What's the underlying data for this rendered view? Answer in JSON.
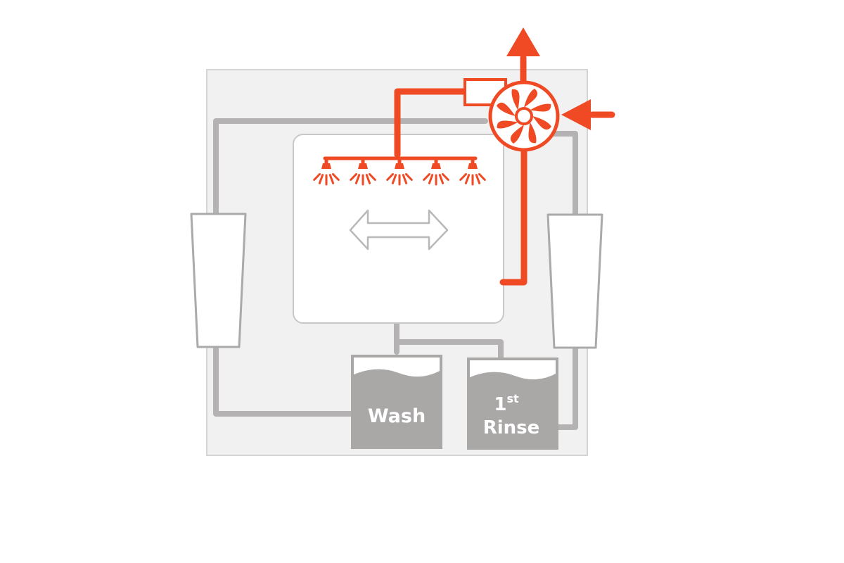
{
  "colors": {
    "accent": "#f04a24",
    "pipe": "#b4b2b2",
    "tank": "#aaa7a7",
    "cabinet_fill": "#f1f1f1",
    "cabinet_border": "#d5d5d5",
    "chamber_border": "#c8c8c8",
    "filter_stroke": "#aaaaaa",
    "arrow_stroke": "#b8b8b8"
  },
  "tanks": {
    "wash": {
      "label": "Wash"
    },
    "rinse": {
      "number": "1",
      "superscript": "st",
      "label": "Rinse"
    }
  },
  "icons": {
    "fan": "exhaust-fan-icon",
    "outlet_arrow": "exhaust-outlet-arrow-icon",
    "inlet_arrow": "air-inlet-arrow-icon",
    "motion_arrow": "double-headed-arrow-icon",
    "nozzles": "spray-nozzle-icon"
  },
  "nozzle_count": 5
}
